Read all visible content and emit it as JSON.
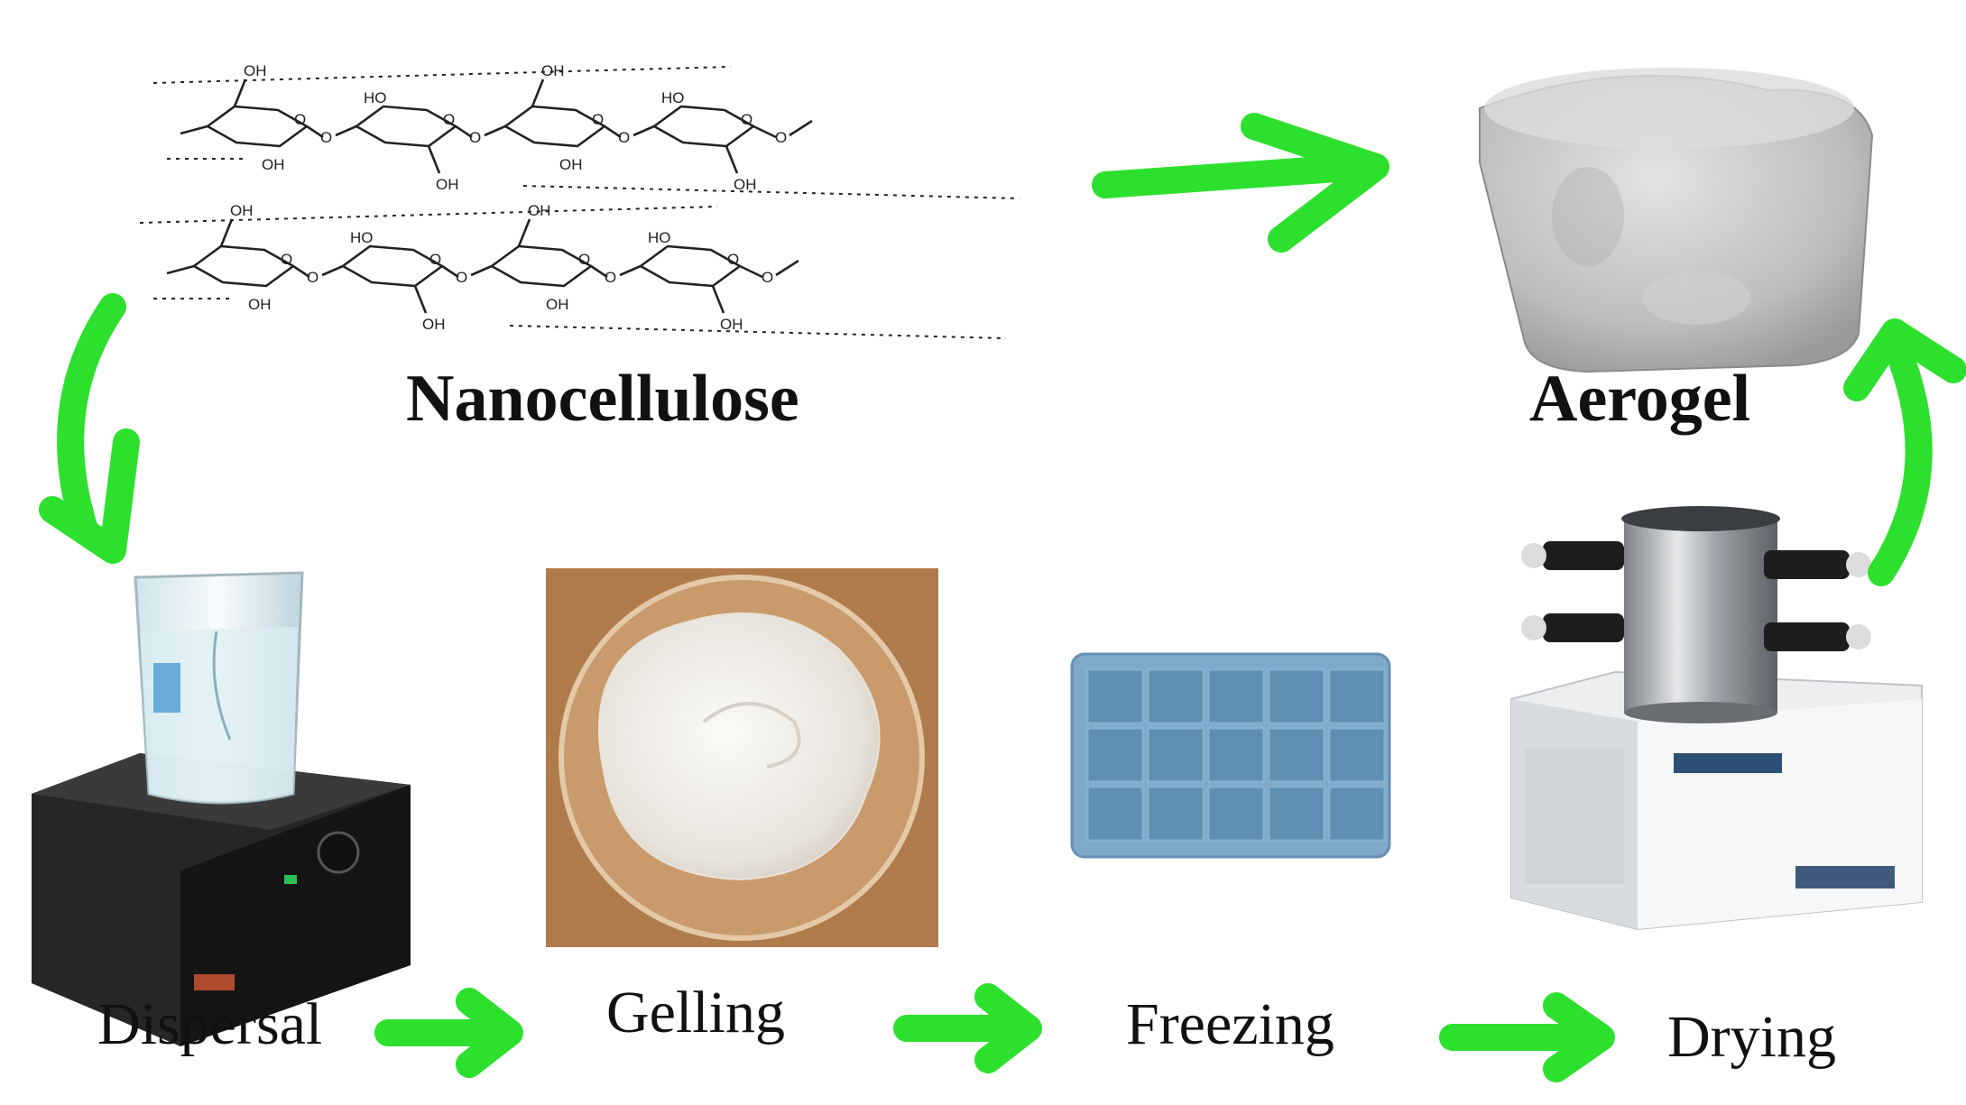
{
  "colors": {
    "arrow": "#2ee02e",
    "text": "#111111",
    "tray": "#7fa9c9",
    "tray_cell": "#5e8fb3",
    "wood": "#b07b45",
    "gel": "#eeebe6",
    "aerogel": "#cfcfcf",
    "steel": "#b9bcc0",
    "base": "#1b1b1b"
  },
  "labels": {
    "nanocellulose": "Nanocellulose",
    "aerogel": "Aerogel",
    "dispersal": "Dispersal",
    "gelling": "Gelling",
    "freezing": "Freezing",
    "drying": "Drying"
  },
  "chemistry": {
    "group": "OH",
    "group_left": "HO",
    "group_left_dash": "-HO"
  }
}
